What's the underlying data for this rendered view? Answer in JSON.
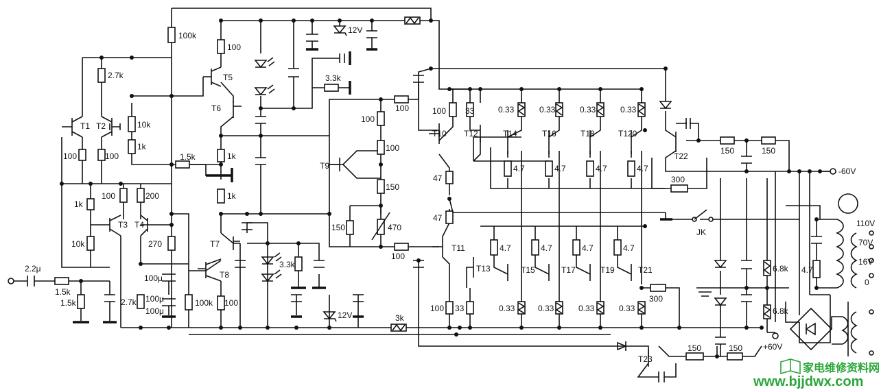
{
  "labels": {
    "r_100k_top": "100k",
    "r_100_t5": "100",
    "r_27k_top": "2.7k",
    "r_10k_left": "10k",
    "r_1k_left": "1k",
    "r_15k_mid": "1.5k",
    "r_1k_t6a": "1k",
    "r_1k_t6b": "1k",
    "r_100_t1": "100",
    "r_100_t2": "100",
    "r_100_t3": "100",
    "r_200_t4": "200",
    "r_1k_t3": "1k",
    "r_10k_t3": "10k",
    "r_270": "270",
    "c_100u_a": "100μ",
    "c_100u_b": "100μ",
    "c_100u_c": "100μ",
    "r_27k_bot": "2.7k",
    "r_100k_bot": "100k",
    "r_100_t8": "100",
    "c_22u": "2.2μ",
    "r_15k_in": "1.5k",
    "r_15k_in2": "1.5k",
    "z_12v_top": "12V",
    "r_33k_top": "3.3k",
    "r_100_t9a": "100",
    "r_100_t9b": "100",
    "r_100_t9c": "100",
    "r_150_t9": "150",
    "r_150_pot": "150",
    "r_470_pot": "470",
    "r_100_t11": "100",
    "r_33k_bot": "3.3k",
    "z_12v_bot": "12V",
    "r_3k": "3k",
    "r_100_t10": "100",
    "r_33_t12": "33",
    "r_47_a": "47",
    "r_47_b": "47",
    "r_100_t13b": "100",
    "r_33_t13b": "33",
    "r_033_1": "0.33",
    "r_033_2": "0.33",
    "r_033_3": "0.33",
    "r_033_4": "0.33",
    "r_033_5": "0.33",
    "r_033_6": "0.33",
    "r_033_7": "0.33",
    "r_033_8": "0.33",
    "r_47_1": "4.7",
    "r_47_2": "4.7",
    "r_47_3": "4.7",
    "r_47_4": "4.7",
    "r_47_5": "4.7",
    "r_47_6": "4.7",
    "r_47_7": "4.7",
    "r_47_8": "4.7",
    "r_300_top": "300",
    "r_300_bot": "300",
    "r_150_a": "150",
    "r_150_b": "150",
    "r_150_c": "150",
    "r_150_d": "150",
    "r_68k_a": "6.8k",
    "r_68k_b": "6.8k",
    "r_47_out": "4.7",
    "neg60": "-60V",
    "pos60": "+60V",
    "jk": "JK",
    "tap_110": "110V",
    "tap_70": "70V",
    "tap_16": "16V",
    "tap_0": "0",
    "T1": "T1",
    "T2": "T2",
    "T3": "T3",
    "T4": "T4",
    "T5": "T5",
    "T6": "T6",
    "T7": "T7",
    "T8": "T8",
    "T9": "T9",
    "T10": "T10",
    "T11": "T11",
    "T12": "T12",
    "T13": "T13",
    "T14": "T14",
    "T15": "T15",
    "T16": "T16",
    "T17": "T17",
    "T18": "T18",
    "T19": "T19",
    "T120": "T120",
    "T21": "T21",
    "T22": "T22",
    "T23": "T23"
  },
  "watermark": {
    "cn": "家电维修资料网",
    "url": "www.bjjdwx.com"
  }
}
